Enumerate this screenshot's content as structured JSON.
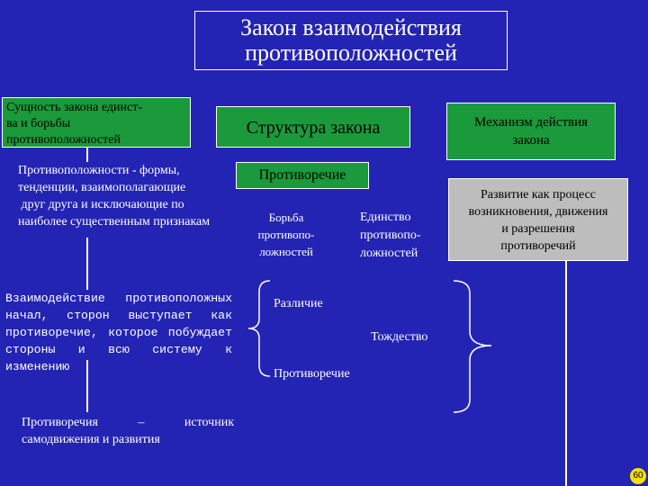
{
  "title": {
    "line1": "Закон взаимодействия",
    "line2": "противоположностей"
  },
  "boxes": {
    "essence": {
      "line1": "Сущность закона единст-",
      "line2": "ва и борьбы",
      "line3": "противоположностей"
    },
    "structure": "Структура закона",
    "mechanism": {
      "line1": "Механизм действия",
      "line2": "закона"
    },
    "contradiction": "Противоречие",
    "development": {
      "line1": "Развитие как процесс",
      "line2": "возникновения, движения",
      "line3": "и разрешения",
      "line4": "противоречий"
    }
  },
  "text": {
    "opposites": {
      "line1": "Противоположности - формы,",
      "line2": "тенденции, взаимополагающие",
      "line3": " друг друга и исключающие по",
      "line4": "наиболее существенным признакам"
    },
    "struggle": {
      "line1": "Борьба",
      "line2": "противопо-",
      "line3": "ложностей"
    },
    "unity": {
      "line1": "Единство",
      "line2": "противопо-",
      "line3": "ложностей"
    },
    "interaction": "Взаимодействие противоположных начал, сторон выступает как противоречие, которое побуждает стороны и всю систему к изменению",
    "difference": "Различие",
    "identity": "Тождество",
    "contradiction2": "Противоречие",
    "source": "Противоречия – источник самодвижения и развития"
  },
  "page_number": "60",
  "colors": {
    "background": "#2424b4",
    "green": "#1a9a3a",
    "gray": "#bdbdbd",
    "badge": "#f5e000"
  }
}
